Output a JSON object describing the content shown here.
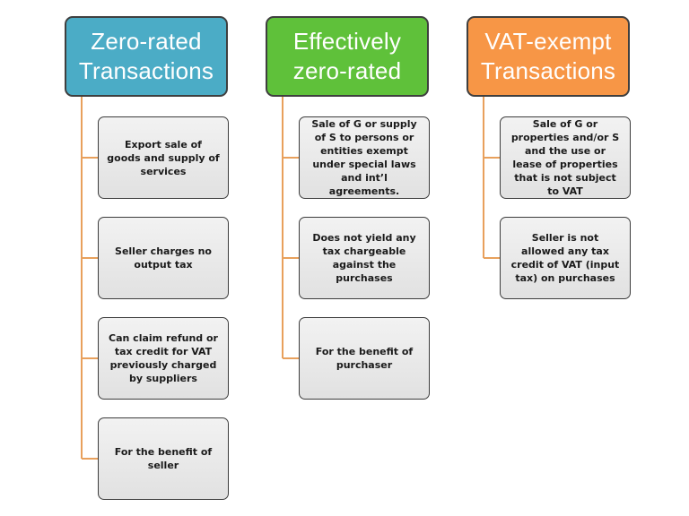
{
  "columns": [
    {
      "title": "Zero-rated Transactions",
      "color": "#4bacc6",
      "items": [
        "Export sale of goods and supply of services",
        "Seller charges no output tax",
        "Can claim refund or tax credit for VAT previously charged by suppliers",
        "For the benefit of seller"
      ]
    },
    {
      "title": "Effectively zero-rated",
      "color": "#5fc13a",
      "items": [
        "Sale of G or supply of S to persons or entities exempt under special laws and int’l agreements.",
        "Does not yield any tax chargeable against the purchases",
        "For the benefit of purchaser"
      ]
    },
    {
      "title": "VAT-exempt Transactions",
      "color": "#f79646",
      "items": [
        "Sale of G or properties and/or S and the use or lease of properties that is not subject to VAT",
        "Seller is not allowed any tax credit of VAT (input tax) on purchases"
      ]
    }
  ],
  "connector_color": "#e8a05c"
}
